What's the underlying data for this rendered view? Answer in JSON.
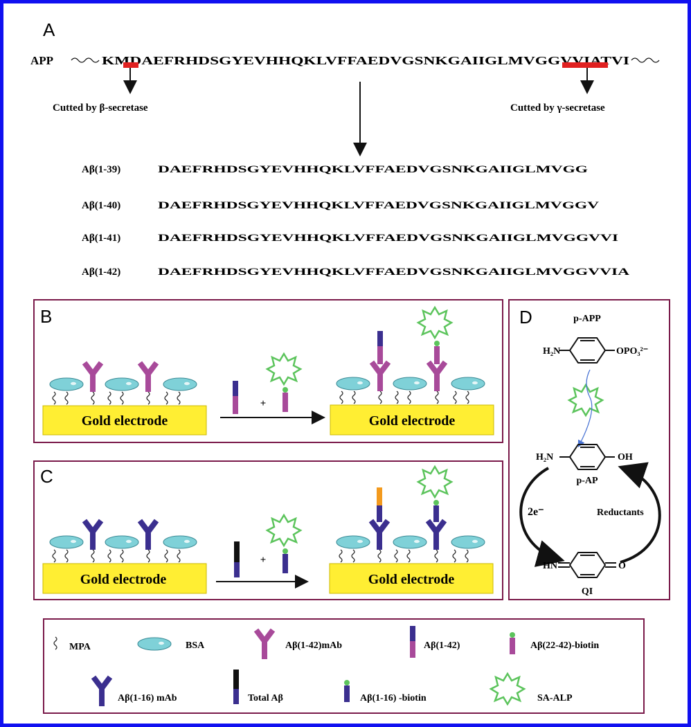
{
  "panel_a": {
    "letter": "A",
    "app_label": "APP",
    "app_sequence": "KMDAEFRHDSGYEVHHQKLVFFAEDVGSNKGAIIGLMVGGVVIATVI",
    "beta_cut_label": "Cutted by β-secretase",
    "gamma_cut_label": "Cutted by γ-secretase",
    "fragments": [
      {
        "name": "Aβ(1-39)",
        "sequence": "DAEFRHDSGYEVHHQKLVFFAEDVGSNKGAIIGLMVGG"
      },
      {
        "name": "Aβ(1-40)",
        "sequence": "DAEFRHDSGYEVHHQKLVFFAEDVGSNKGAIIGLMVGGV"
      },
      {
        "name": "Aβ(1-41)",
        "sequence": "DAEFRHDSGYEVHHQKLVFFAEDVGSNKGAIIGLMVGGVVI"
      },
      {
        "name": "Aβ(1-42)",
        "sequence": "DAEFRHDSGYEVHHQKLVFFAEDVGSNKGAIIGLMVGGVVIA"
      }
    ]
  },
  "panel_b": {
    "letter": "B",
    "electrode_left": "Gold electrode",
    "electrode_right": "Gold electrode",
    "plus": "+"
  },
  "panel_c": {
    "letter": "C",
    "electrode_left": "Gold electrode",
    "electrode_right": "Gold electrode",
    "plus": "+"
  },
  "panel_d": {
    "letter": "D",
    "p_app": "p-APP",
    "h2n_top": "H₂N",
    "opo3": "OPO₃²⁻",
    "h2n_mid": "H₂N",
    "oh": "OH",
    "p_ap": "p-AP",
    "two_e": "2e⁻",
    "reductants": "Reductants",
    "hn": "HN",
    "o": "O",
    "qi": "QI"
  },
  "legend": {
    "mpa": "MPA",
    "bsa": "BSA",
    "ab42_mab": "Aβ(1-42)mAb",
    "ab42": "Aβ(1-42)",
    "ab2242_biotin": "Aβ(22-42)-biotin",
    "ab16_mab": "Aβ(1-16) mAb",
    "total_ab": "Total Aβ",
    "ab16_biotin": "Aβ(1-16) -biotin",
    "sa_alp": "SA-ALP"
  },
  "colors": {
    "frame_border": "#1010f0",
    "panel_border": "#7a1a4a",
    "gold": "#ffee33",
    "magenta_antibody": "#a84a9a",
    "navy_antibody": "#3b2f8f",
    "cut_marker": "#e02020",
    "total_ab_top": "#111111",
    "orange_tag": "#f39a1e",
    "bsa": "#7fd1d8",
    "sa_alp": "#5cc45c",
    "electron_arrow": "#4a74d4"
  }
}
